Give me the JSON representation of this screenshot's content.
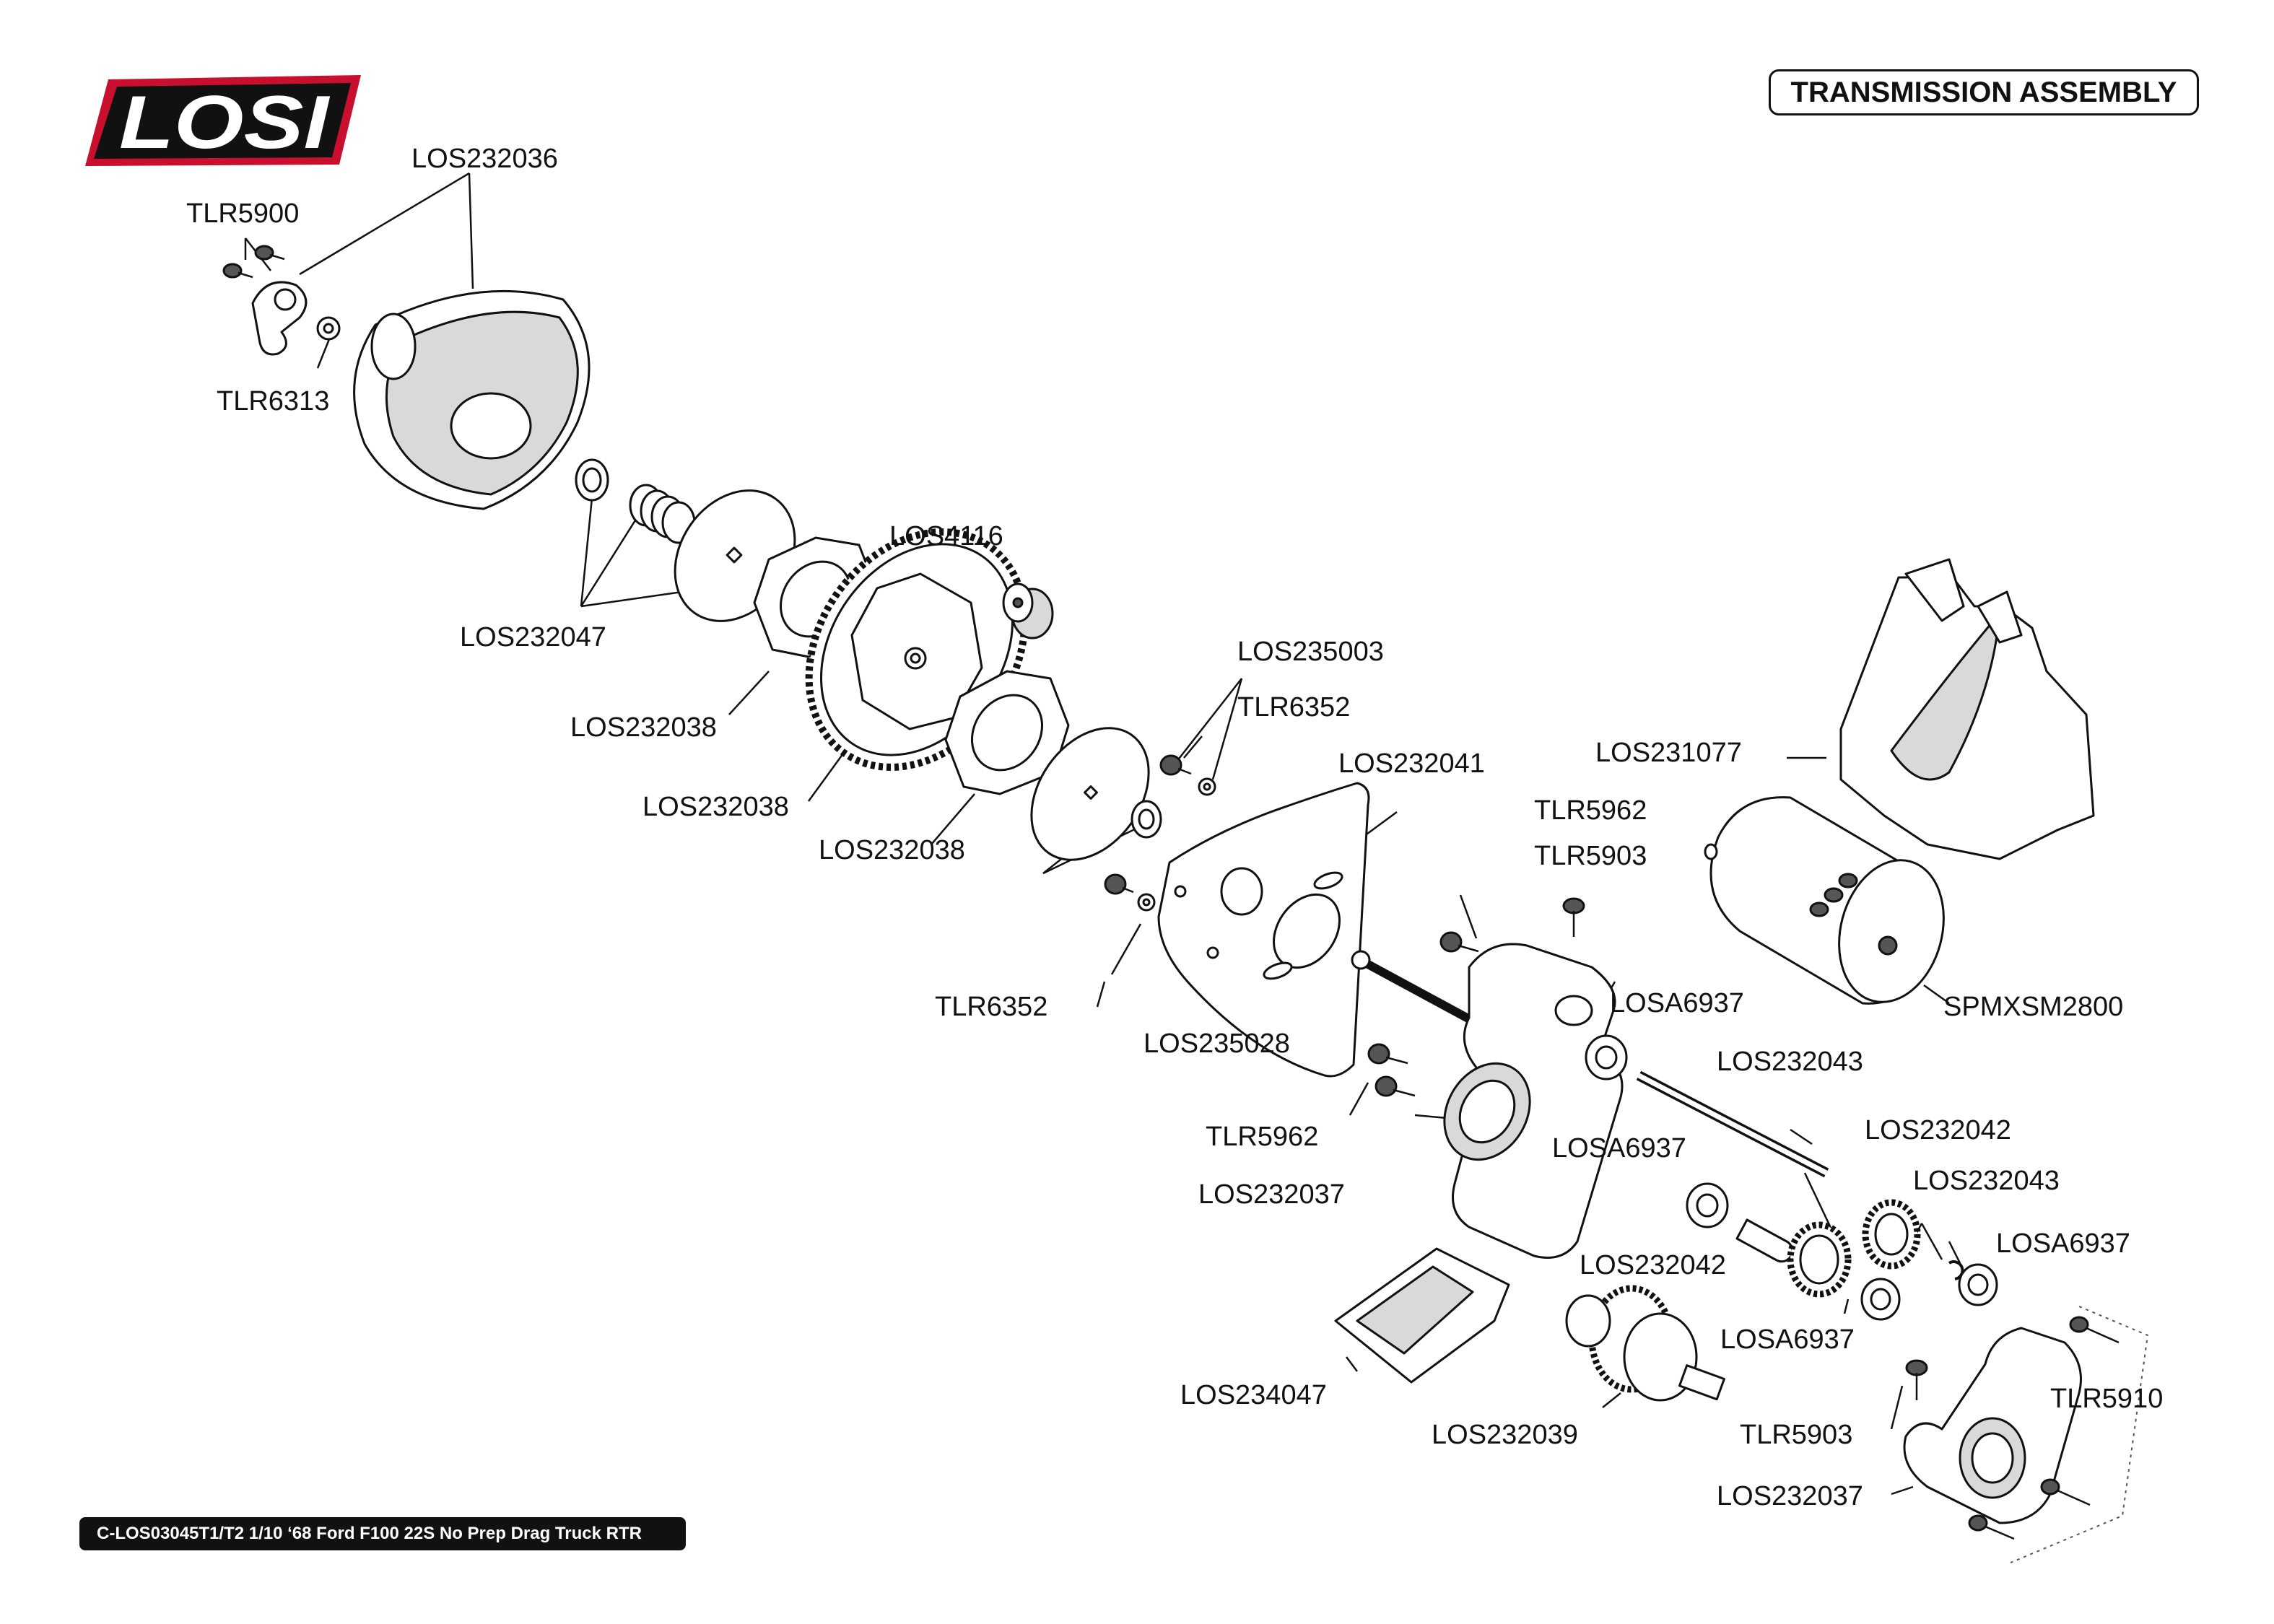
{
  "logo": {
    "text": "LOSI",
    "colors": {
      "outer": "#c8102e",
      "inner": "#111111",
      "letters": "#ffffff"
    }
  },
  "title": "TRANSMISSION ASSEMBLY",
  "footer": "C-LOS03045T1/T2 1/10 ‘68 Ford F100 22S No Prep Drag Truck RTR",
  "labels": [
    {
      "id": "los232036",
      "text": "LOS232036"
    },
    {
      "id": "tlr5900",
      "text": "TLR5900"
    },
    {
      "id": "tlr6313",
      "text": "TLR6313"
    },
    {
      "id": "los232047",
      "text": "LOS232047"
    },
    {
      "id": "los4116",
      "text": "LOS4116"
    },
    {
      "id": "los232038a",
      "text": "LOS232038"
    },
    {
      "id": "los232038b",
      "text": "LOS232038"
    },
    {
      "id": "los232038c",
      "text": "LOS232038"
    },
    {
      "id": "los235003",
      "text": "LOS235003"
    },
    {
      "id": "tlr6352a",
      "text": "TLR6352"
    },
    {
      "id": "los232041",
      "text": "LOS232041"
    },
    {
      "id": "tlr6352b",
      "text": "TLR6352"
    },
    {
      "id": "los231077",
      "text": "LOS231077"
    },
    {
      "id": "tlr5962a",
      "text": "TLR5962"
    },
    {
      "id": "tlr5903a",
      "text": "TLR5903"
    },
    {
      "id": "spmxsm2800",
      "text": "SPMXSM2800"
    },
    {
      "id": "losa6937a",
      "text": "LOSA6937"
    },
    {
      "id": "los235028",
      "text": "LOS235028"
    },
    {
      "id": "los232043a",
      "text": "LOS232043"
    },
    {
      "id": "tlr5962b",
      "text": "TLR5962"
    },
    {
      "id": "losa6937b",
      "text": "LOSA6937"
    },
    {
      "id": "los232042a",
      "text": "LOS232042"
    },
    {
      "id": "los232037a",
      "text": "LOS232037"
    },
    {
      "id": "los232043b",
      "text": "LOS232043"
    },
    {
      "id": "losa6937c",
      "text": "LOSA6937"
    },
    {
      "id": "los232042b",
      "text": "LOS232042"
    },
    {
      "id": "losa6937d",
      "text": "LOSA6937"
    },
    {
      "id": "los234047",
      "text": "LOS234047"
    },
    {
      "id": "tlr5910",
      "text": "TLR5910"
    },
    {
      "id": "los232039",
      "text": "LOS232039"
    },
    {
      "id": "tlr5903b",
      "text": "TLR5903"
    },
    {
      "id": "los232037b",
      "text": "LOS232037"
    }
  ]
}
